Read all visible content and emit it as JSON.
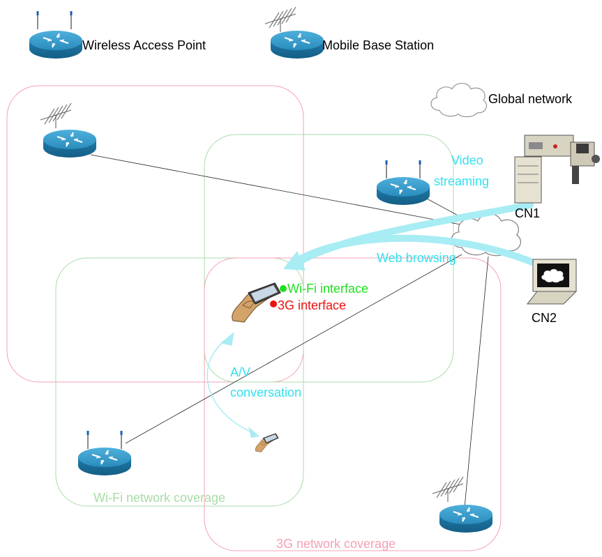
{
  "legend": {
    "wifi_ap_label": "Wireless Access Point",
    "mobile_bs_label": "Mobile Base Station"
  },
  "global_network_label": "Global network",
  "nodes": {
    "cn1_label": "CN1",
    "cn2_label": "CN2"
  },
  "flows": {
    "video_line1": "Video",
    "video_line2": "streaming",
    "web_browsing": "Web browsing",
    "av_line1": "A/V",
    "av_line2": "conversation"
  },
  "interfaces": {
    "wifi": "Wi-Fi interface",
    "g3": "3G interface"
  },
  "coverage": {
    "wifi": "Wi-Fi network coverage",
    "g3": "3G network coverage"
  },
  "colors": {
    "wifi_coverage": "#a8dca8",
    "g3_coverage": "#f4a0b4",
    "flow": "#a8ecf4",
    "flow_text": "#33e0ee",
    "wifi_interface": "#1ee01e",
    "g3_interface": "#ee1111",
    "router": "#2a8cbc"
  }
}
